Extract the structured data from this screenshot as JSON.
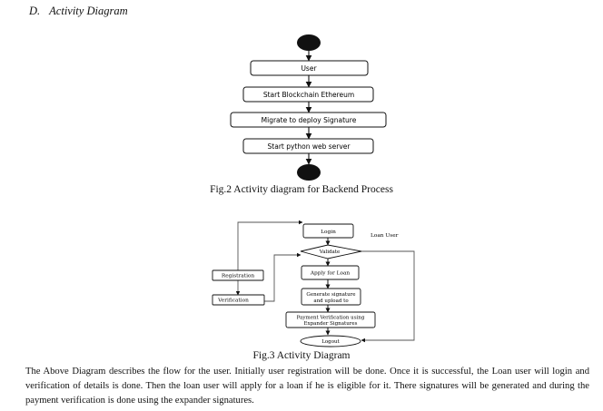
{
  "section": {
    "number": "D.",
    "title": "Activity Diagram"
  },
  "fig2": {
    "nodes": [
      "User",
      "Start Blockchain Ethereum",
      "Migrate to deploy Signature",
      "Start python web server"
    ],
    "caption": "Fig.2 Activity diagram for Backend Process"
  },
  "fig3": {
    "login": "Login",
    "loan_user": "Loan User",
    "validate": "Validate",
    "apply": "Apply for Loan",
    "generate_line1": "Generate signature",
    "generate_line2": "and upload to",
    "payment_line1": "Payment Verification using",
    "payment_line2": "Expander Signatures",
    "logout": "Logout",
    "registration": "Registration",
    "verification": "Verification",
    "caption": "Fig.3 Activity Diagram"
  },
  "paragraph": "The Above Diagram describes the flow for the user. Initially user registration will be done. Once it is successful, the Loan user will login and verification of details is done. Then the loan user will apply for a loan if he is eligible for it. There signatures will be generated and during the payment verification is done using the expander signatures."
}
